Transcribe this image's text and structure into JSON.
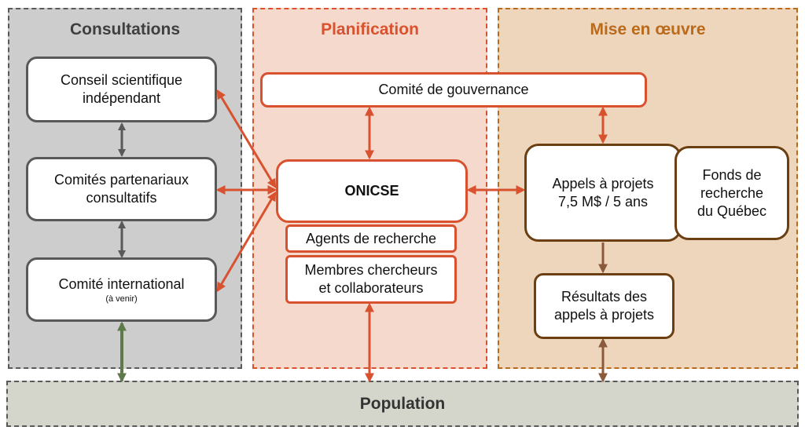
{
  "panels": {
    "consultations": {
      "title": "Consultations",
      "color": "#3f3f3f"
    },
    "planification": {
      "title": "Planification",
      "color": "#d8522f"
    },
    "mise_en_oeuvre": {
      "title": "Mise en œuvre",
      "color": "#b96a1a"
    },
    "population": {
      "title": "Population",
      "color": "#333333"
    }
  },
  "consultations": {
    "conseil": {
      "line1": "Conseil scientifique",
      "line2": "indépendant"
    },
    "comites": {
      "line1": "Comités partenariaux",
      "line2": "consultatifs"
    },
    "international": {
      "line1": "Comité international",
      "note": "(à venir)"
    }
  },
  "planification": {
    "gouvernance": "Comité de gouvernance",
    "onicse": "ONICSE",
    "agents": "Agents de recherche",
    "membres": {
      "line1": "Membres chercheurs",
      "line2": "et collaborateurs"
    }
  },
  "mise_en_oeuvre": {
    "appels": {
      "line1": "Appels à projets",
      "line2": "7,5 M$ / 5 ans"
    },
    "fonds": {
      "line1": "Fonds de",
      "line2": "recherche",
      "line3": "du Québec"
    },
    "resultats": {
      "line1": "Résultats des",
      "line2": "appels à projets"
    }
  },
  "colors": {
    "grey_arrow": "#595959",
    "red_arrow": "#d8522f",
    "brown_arrow": "#8b5a3c",
    "green_arrow": "#5f7a4a"
  }
}
